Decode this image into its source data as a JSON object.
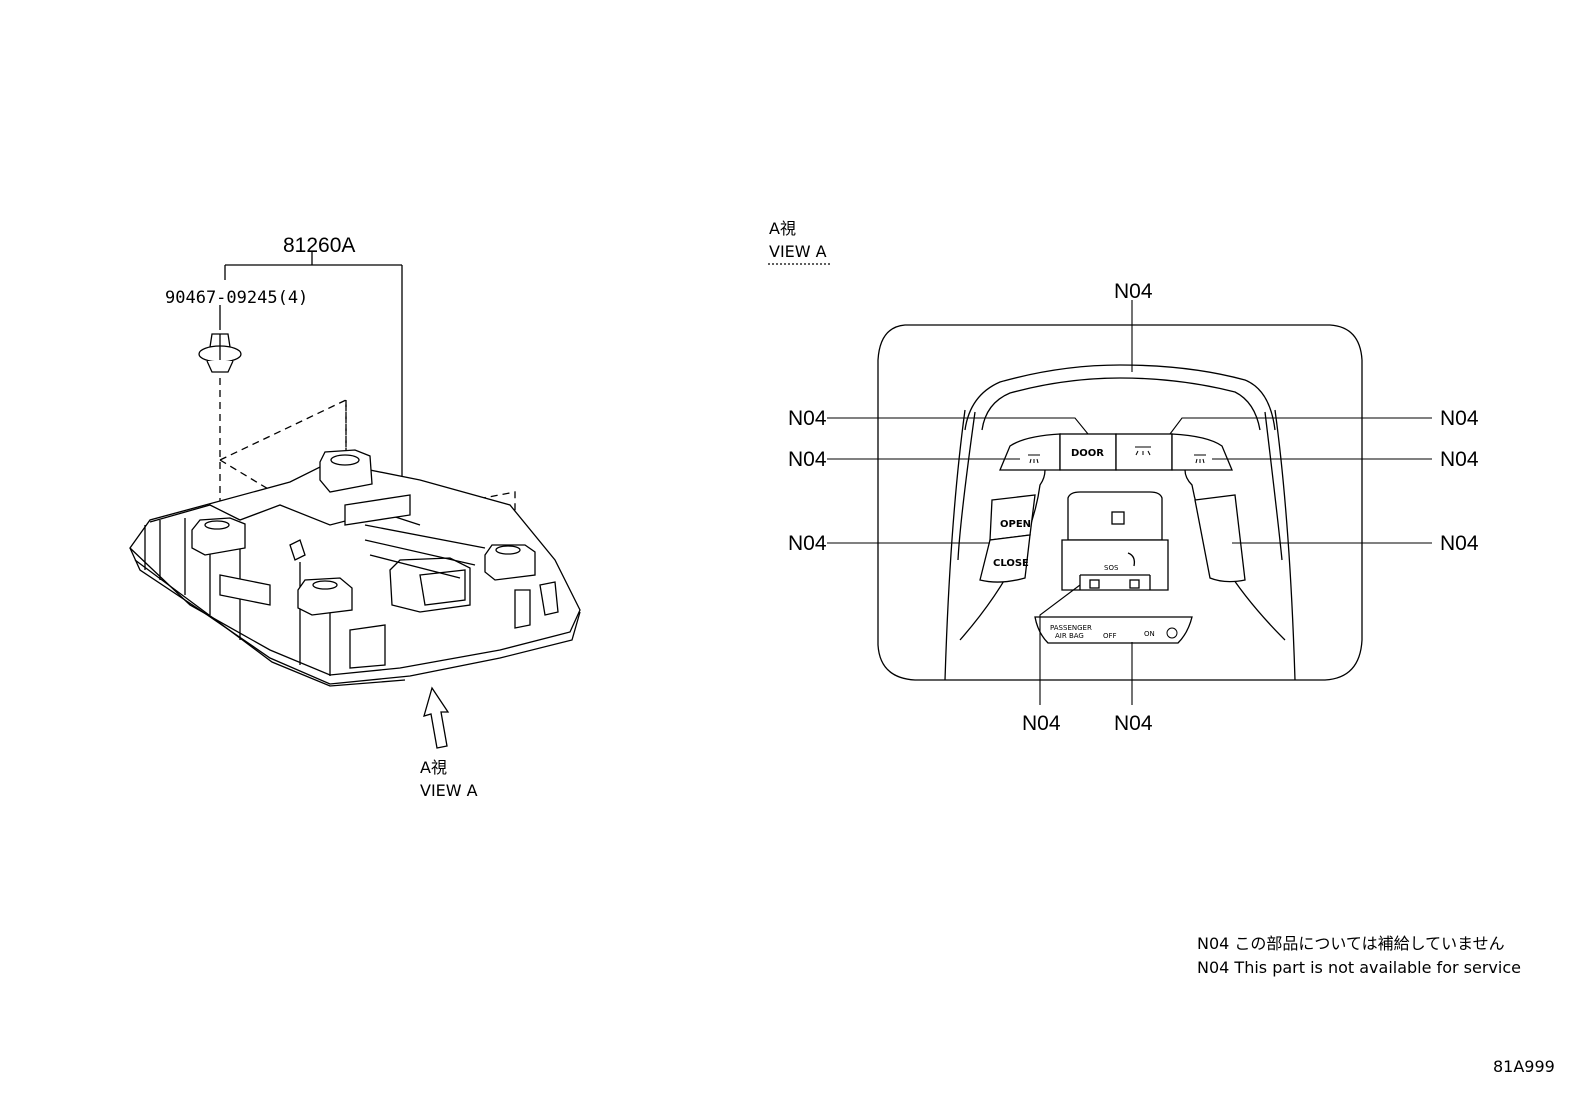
{
  "left": {
    "assembly_number": "81260A",
    "clip_part": "90467-09245(4)",
    "view_label_jp": "A視",
    "view_label_en": "VIEW A"
  },
  "right": {
    "view_label_jp": "A視",
    "view_label_en": "VIEW A",
    "callout": "N04",
    "buttons": {
      "door": "DOOR",
      "open": "OPEN",
      "close": "CLOSE",
      "sos": "SOS",
      "airbag_line1": "PASSENGER",
      "airbag_line2": "AIR BAG",
      "airbag_off": "OFF",
      "airbag_on": "ON"
    }
  },
  "notes": {
    "jp": "N04 この部品については補給していません",
    "en": "N04 This part is not available for service"
  },
  "figure_id": "81A999"
}
